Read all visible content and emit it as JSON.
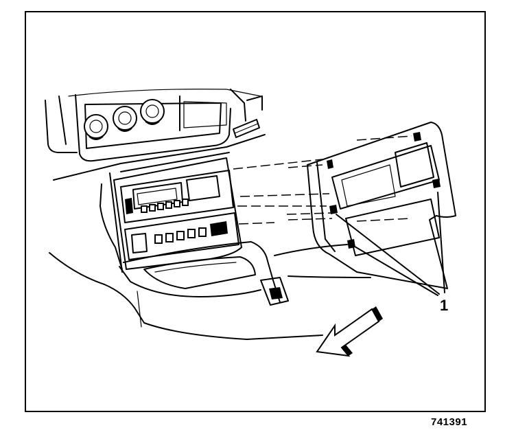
{
  "diagram": {
    "callout_label": "1",
    "figure_number": "741391",
    "parts": {
      "dash_panel": "dashboard-upper-panel",
      "radio": "radio-unit",
      "hvac": "climate-control-unit",
      "bezel": "instrument-panel-bezel",
      "storage": "console-storage-tray",
      "arrow": "direction-arrow"
    },
    "colors": {
      "ink": "#000000",
      "paper": "#ffffff"
    }
  }
}
